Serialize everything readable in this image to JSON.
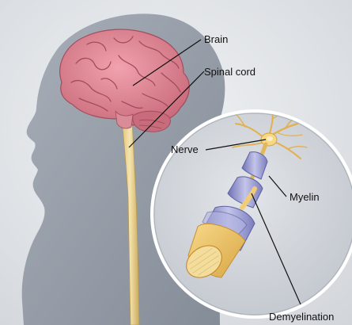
{
  "labels": {
    "brain": "Brain",
    "spinal_cord": "Spinal cord",
    "nerve": "Nerve",
    "myelin": "Myelin",
    "demyelination": "Demyelination"
  },
  "colors": {
    "background": "#e9ebee",
    "head_silhouette": "#9aa2ad",
    "brain": "#e0808e",
    "brain_dark": "#b85868",
    "spinal_cord": "#ecd79a",
    "magnifier_bg": "#d6d9de",
    "magnifier_ring": "#ffffff",
    "nerve": "#f2c96a",
    "myelin": "#8d8fc8",
    "myelin_light": "#c4c5ea",
    "label_text": "#111111"
  }
}
